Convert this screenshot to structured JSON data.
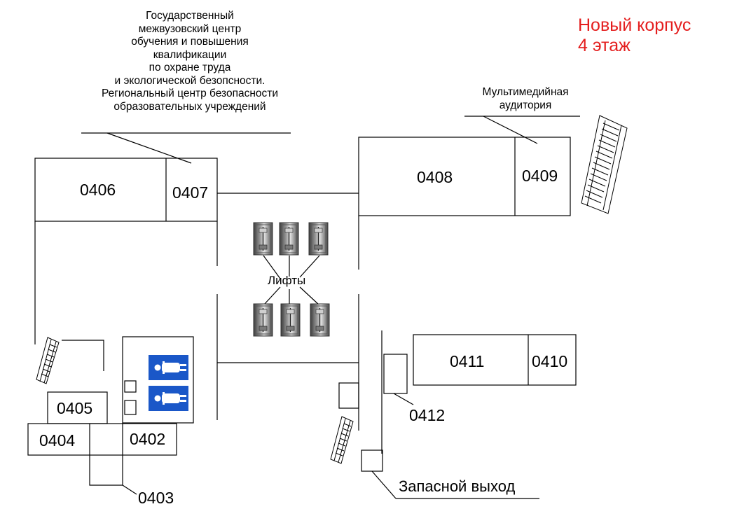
{
  "header": {
    "building": "Новый корпус",
    "floor": "4 этаж"
  },
  "notes": {
    "center_lines": [
      "Государственный",
      "межвузовский центр",
      "обучения и повышения",
      "квалификации",
      "по охране труда",
      "и экологической безопсности.",
      "Региональный центр безопасности",
      "образовательных учреждений"
    ],
    "media_lines": [
      "Мультимедийная",
      "аудитория"
    ],
    "lifts": "Лифты",
    "exit": "Запасной выход"
  },
  "rooms": {
    "r0402": "0402",
    "r0403": "0403",
    "r0404": "0404",
    "r0405": "0405",
    "r0406": "0406",
    "r0407": "0407",
    "r0408": "0408",
    "r0409": "0409",
    "r0410": "0410",
    "r0411": "0411",
    "r0412": "0412"
  },
  "icons": [
    "stairs-icon",
    "elevator-icon",
    "toilet-icon"
  ],
  "colors": {
    "title": "#e41e1e",
    "toilet_sign": "#1a57c8",
    "walls": "#000000"
  }
}
